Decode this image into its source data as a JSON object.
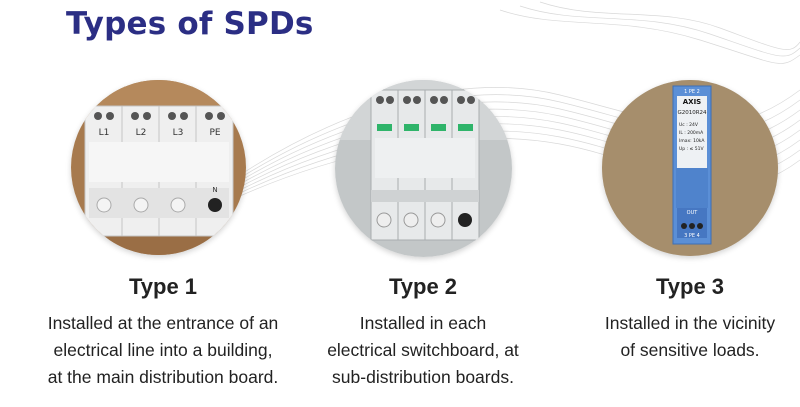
{
  "header": {
    "title": "Types of SPDs"
  },
  "types": [
    {
      "title": "Type 1",
      "description_lines": [
        "Installed at the entrance of an",
        "electrical line into a building,",
        "at the main distribution board."
      ],
      "labels": [
        "L1",
        "L2",
        "L3",
        "PE"
      ],
      "terminal": "N"
    },
    {
      "title": "Type 2",
      "description_lines": [
        "Installed in each",
        "electrical switchboard, at",
        "sub-distribution boards."
      ]
    },
    {
      "title": "Type 3",
      "description_lines": [
        "Installed in the vicinity",
        "of sensitive loads."
      ],
      "brand": "AXIS",
      "model": "G2010R24",
      "top_label": "1 PE 2",
      "out_label": "OUT",
      "bottom_label": "3 PE 4",
      "specs": [
        "Uc : 24V",
        "IL : 200mA",
        "Imax: 10kA",
        "Up : ≤ 51V"
      ]
    }
  ],
  "colors": {
    "title": "#2b2e84",
    "text": "#222222"
  }
}
